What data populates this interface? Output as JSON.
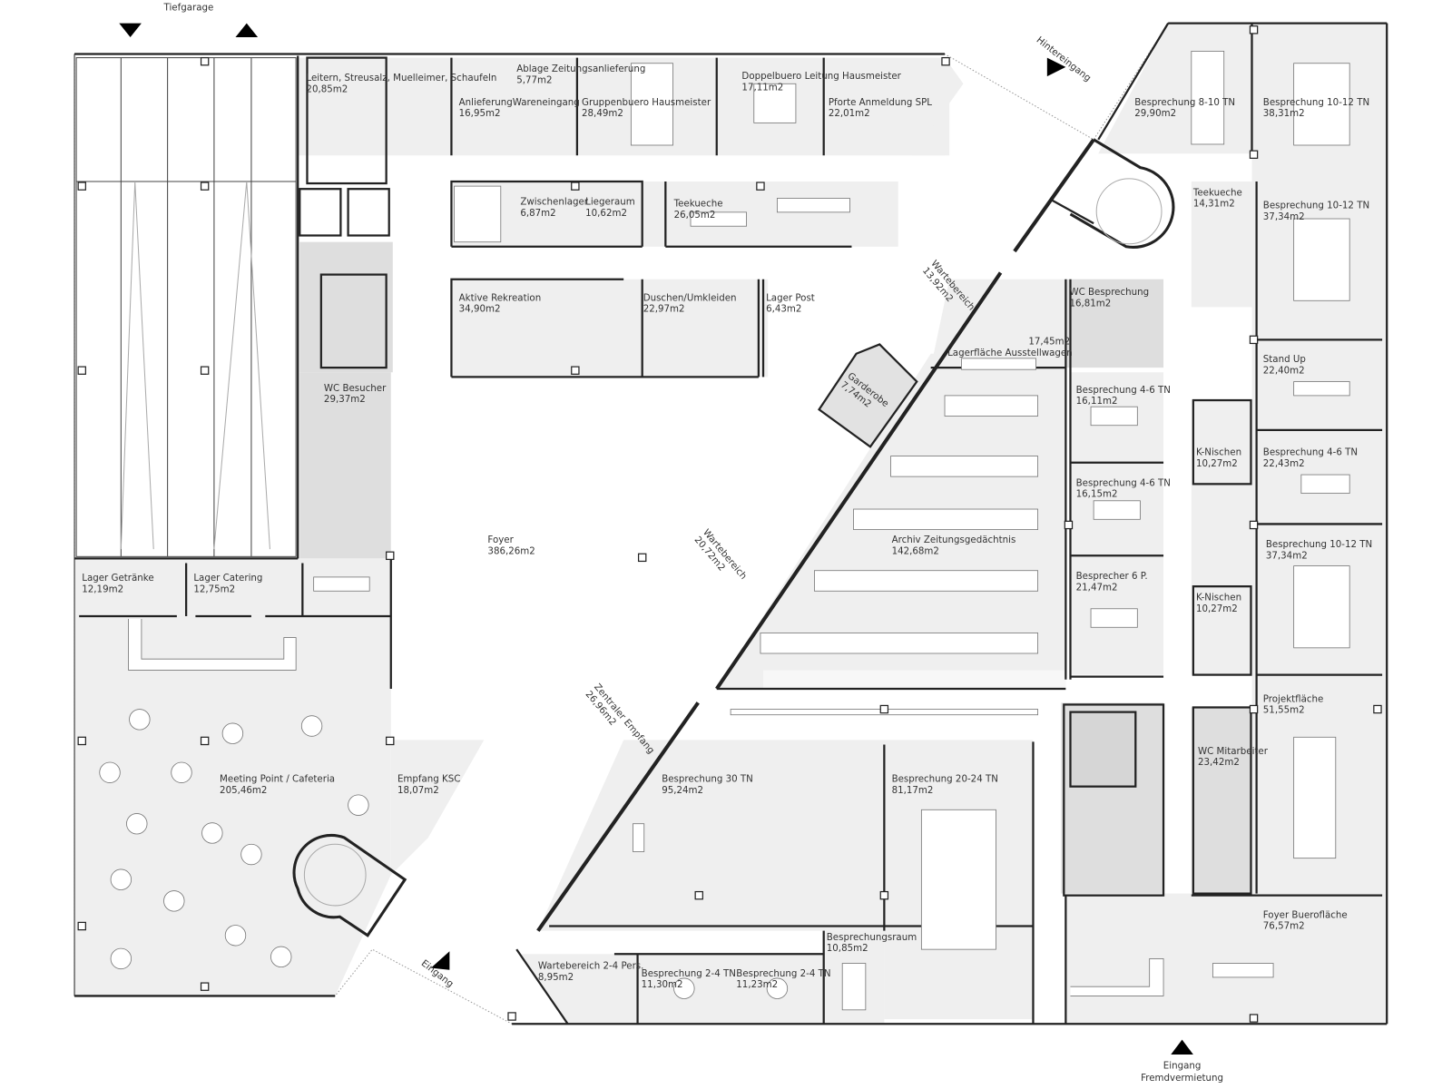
{
  "plan": {
    "entrances": {
      "tiefgarage": "Tiefgarage",
      "hintereingang": "Hintereingang",
      "eingang": "Eingang",
      "eingang_fremd_1": "Eingang",
      "eingang_fremd_2": "Fremdvermietung"
    },
    "rooms": [
      {
        "name": "Leitern, Streusalz, Muelleimer, Schaufeln",
        "area": "20,85m2"
      },
      {
        "name": "Ablage Zeitungsanlieferung",
        "area": "5,77m2"
      },
      {
        "name": "AnlieferungWareneingang",
        "area": "16,95m2"
      },
      {
        "name": "Gruppenbuero Hausmeister",
        "area": "28,49m2"
      },
      {
        "name": "Doppelbuero Leitung Hausmeister",
        "area": "17,11m2"
      },
      {
        "name": "Pforte Anmeldung SPL",
        "area": "22,01m2"
      },
      {
        "name": "Zwischenlager",
        "area": "6,87m2"
      },
      {
        "name": "Liegeraum",
        "area": "10,62m2"
      },
      {
        "name": "Teekueche",
        "area": "26,05m2"
      },
      {
        "name": "Aktive Rekreation",
        "area": "34,90m2"
      },
      {
        "name": "Duschen/Umkleiden",
        "area": "22,97m2"
      },
      {
        "name": "Lager Post",
        "area": "6,43m2"
      },
      {
        "name": "WC Besucher",
        "area": "29,37m2"
      },
      {
        "name": "Foyer",
        "area": "386,26m2"
      },
      {
        "name": "Lager Getränke",
        "area": "12,19m2"
      },
      {
        "name": "Lager Catering",
        "area": "12,75m2"
      },
      {
        "name": "Meeting Point / Cafeteria",
        "area": "205,46m2"
      },
      {
        "name": "Empfang KSC",
        "area": "18,07m2"
      },
      {
        "name": "Zentraler Empfang",
        "area": "26,96m2"
      },
      {
        "name": "Wartebereich",
        "area": "20,72m2"
      },
      {
        "name": "Garderobe",
        "area": "7,74m2"
      },
      {
        "name": "Wartebereich",
        "area": "13,92m2"
      },
      {
        "name": "Lagerfläche Ausstellwagen",
        "area": "17,45m2"
      },
      {
        "name": "Archiv Zeitungsgedächtnis",
        "area": "142,68m2"
      },
      {
        "name": "Besprechung 30 TN",
        "area": "95,24m2"
      },
      {
        "name": "Besprechung 20-24 TN",
        "area": "81,17m2"
      },
      {
        "name": "Besprechungsraum",
        "area": "10,85m2"
      },
      {
        "name": "Wartebereich 2-4 Pers.",
        "area": "8,95m2"
      },
      {
        "name": "Besprechung 2-4 TN",
        "area": "11,30m2"
      },
      {
        "name": "Besprechung 2-4 TN",
        "area": "11,23m2"
      },
      {
        "name": "WC Besprechung",
        "area": "16,81m2"
      },
      {
        "name": "Besprechung 4-6 TN",
        "area": "16,11m2"
      },
      {
        "name": "Besprechung 4-6 TN",
        "area": "16,15m2"
      },
      {
        "name": "Besprecher 6 P.",
        "area": "21,47m2"
      },
      {
        "name": "Besprechung 8-10 TN",
        "area": "29,90m2"
      },
      {
        "name": "Besprechung 10-12 TN",
        "area": "38,31m2"
      },
      {
        "name": "Teekueche",
        "area": "14,31m2"
      },
      {
        "name": "Besprechung 10-12 TN",
        "area": "37,34m2"
      },
      {
        "name": "Stand Up",
        "area": "22,40m2"
      },
      {
        "name": "K-Nischen",
        "area": "10,27m2"
      },
      {
        "name": "Besprechung 4-6 TN",
        "area": "22,43m2"
      },
      {
        "name": "Besprechung 10-12 TN",
        "area": "37,34m2"
      },
      {
        "name": "K-Nischen",
        "area": "10,27m2"
      },
      {
        "name": "Projektfläche",
        "area": "51,55m2"
      },
      {
        "name": "WC Mitarbeiter",
        "area": "23,42m2"
      },
      {
        "name": "Foyer Buerofläche",
        "area": "76,57m2"
      }
    ]
  }
}
